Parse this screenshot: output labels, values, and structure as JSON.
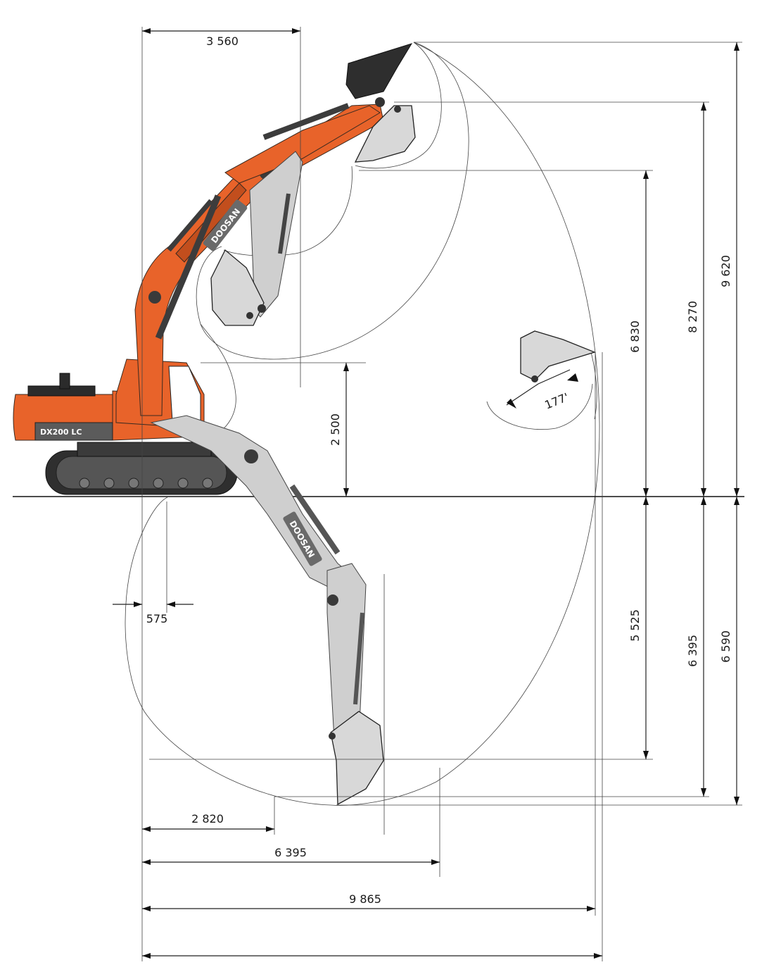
{
  "brand": {
    "logo_text": "DOOSAN",
    "model_text": "DX200 LC"
  },
  "dimensions": {
    "top_width": "3 560",
    "tail_swing": "575",
    "ground_clearance_height": "2 500",
    "max_dump_height": "6 830",
    "max_digging_height_pin": "8 270",
    "max_digging_height": "9 620",
    "max_vertical_wall_depth": "5 525",
    "max_digging_depth_level": "6 395",
    "max_digging_depth": "6 590",
    "bottom_2820": "2 820",
    "bottom_6395": "6 395",
    "max_reach_ground": "9 865",
    "bucket_angle": "177'"
  },
  "colors": {
    "machine_orange": "#e8632a",
    "machine_grey": "#cfcfcf",
    "line": "#222222"
  }
}
